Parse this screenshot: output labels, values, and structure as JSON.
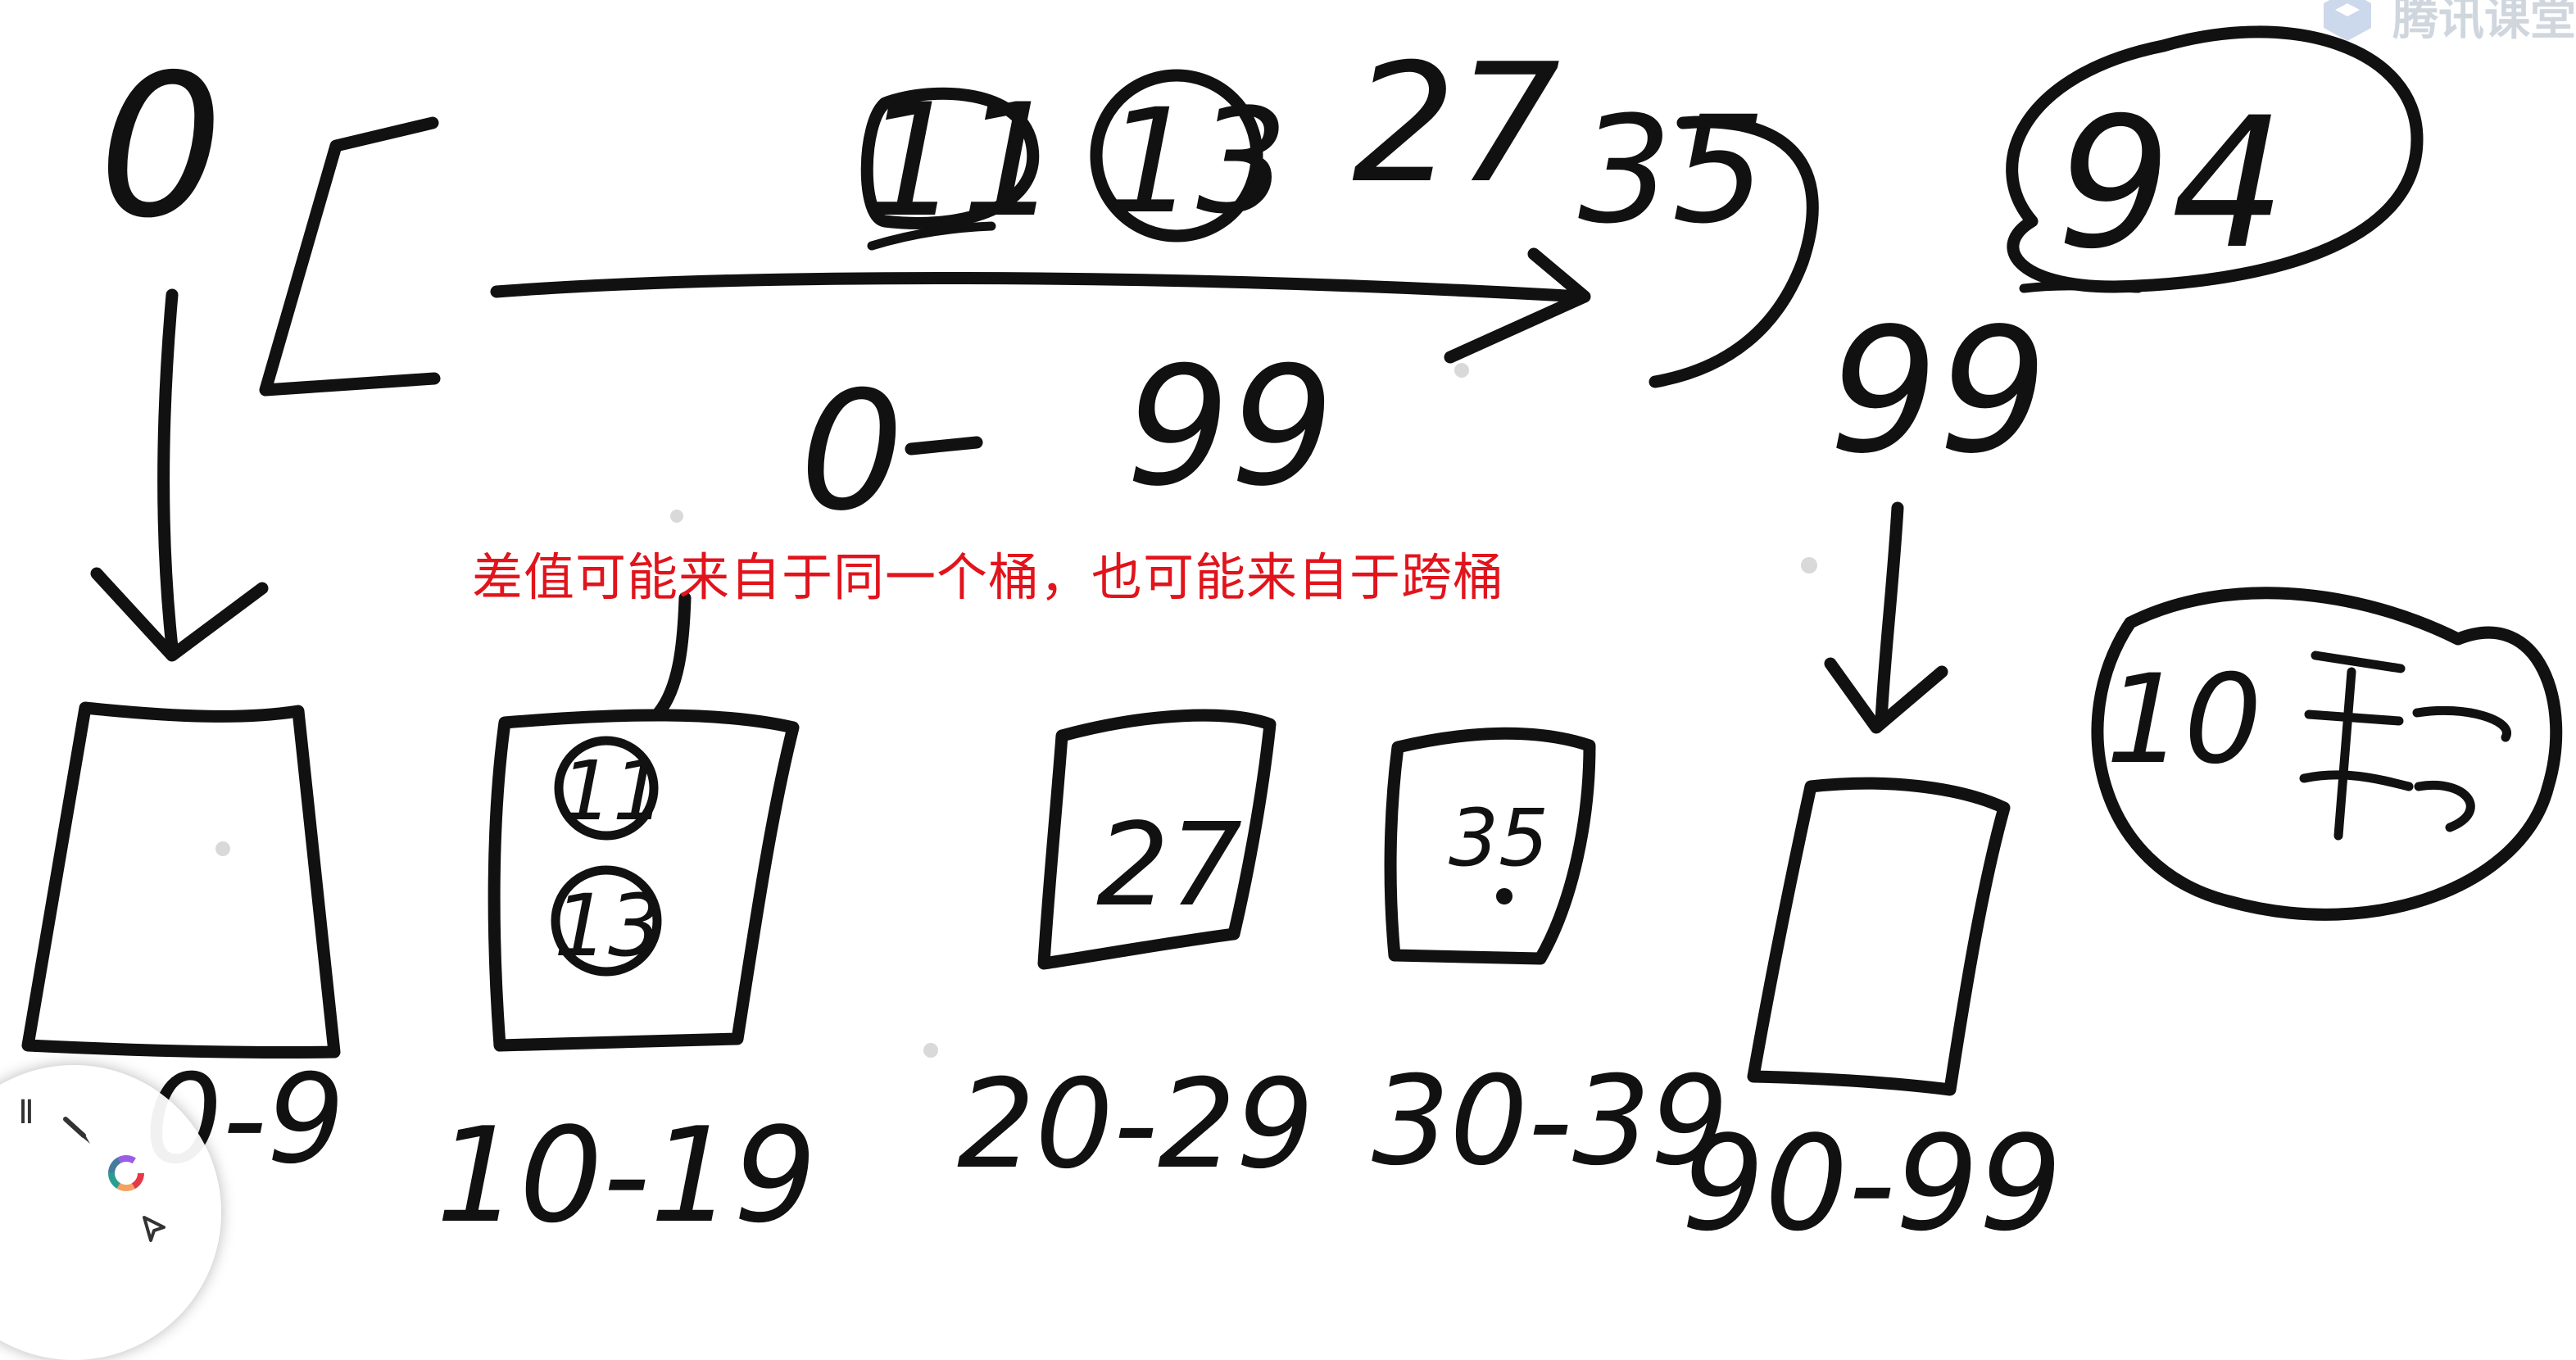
{
  "watermark": {
    "text": "腾讯课堂"
  },
  "annotation": {
    "text": "差值可能来自于同一个桶，也可能来自于跨桶"
  },
  "board": {
    "top_numbers": [
      "11",
      "13",
      "27",
      "35",
      "94"
    ],
    "min_value": "0",
    "range_label": "0 ~ 99",
    "range_start": "0",
    "range_end": "99",
    "max_value": "99",
    "max_circled": "94",
    "bucket_count_note": "10 buckets",
    "buckets": [
      {
        "range": "0-9",
        "contents": []
      },
      {
        "range": "10-19",
        "contents": [
          "11",
          "13"
        ]
      },
      {
        "range": "20-29",
        "contents": [
          "27"
        ]
      },
      {
        "range": "30-39",
        "contents": [
          "35"
        ]
      },
      {
        "range": "90-99",
        "contents": []
      }
    ]
  },
  "tool_dial": {
    "tools": [
      "text-tool-icon",
      "brush-icon",
      "color-wheel-icon",
      "pointer-icon"
    ]
  }
}
